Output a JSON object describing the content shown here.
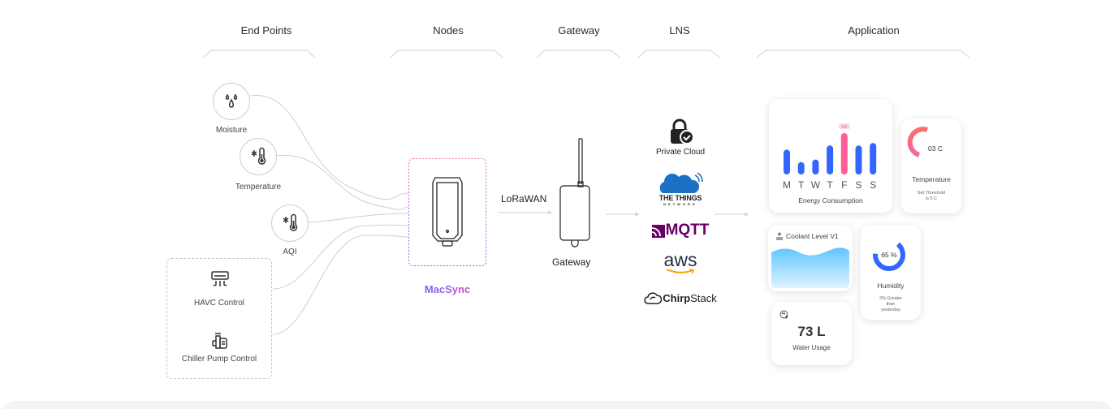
{
  "stages": [
    {
      "id": "end-points",
      "label": "End Points"
    },
    {
      "id": "nodes",
      "label": "Nodes"
    },
    {
      "id": "gateway",
      "label": "Gateway"
    },
    {
      "id": "lns",
      "label": "LNS"
    },
    {
      "id": "application",
      "label": "Application"
    }
  ],
  "endpoints": [
    {
      "label": "Moisture",
      "icon": "droplets-icon"
    },
    {
      "label": "Temperature",
      "icon": "thermometer-snowflake-icon"
    },
    {
      "label": "AQI",
      "icon": "thermometer-snowflake-icon"
    }
  ],
  "controls": [
    {
      "label": "HAVC Control",
      "icon": "air-conditioner-icon"
    },
    {
      "label": "Chiller Pump Control",
      "icon": "pump-icon"
    }
  ],
  "node": {
    "label": "MacSync",
    "gradient": [
      "#4c6cf5",
      "#a35ce0",
      "#e6559a"
    ]
  },
  "link_label": "LoRaWAN",
  "gateway": {
    "label": "Gateway"
  },
  "lns": {
    "private_cloud": "Private Cloud",
    "providers": [
      {
        "name": "THE THINGS",
        "sub": "NETWORK",
        "color": "#1c70c6"
      },
      {
        "name": "MQTT",
        "color": "#660066"
      },
      {
        "name": "aws",
        "color": "#232f3e",
        "accent": "#ff9900"
      },
      {
        "name": "ChirpStack",
        "color": "#222222"
      }
    ]
  },
  "application": {
    "energy": {
      "title": "Energy Consumption",
      "days": [
        "M",
        "T",
        "W",
        "T",
        "F",
        "S",
        "S"
      ],
      "values": [
        60,
        30,
        36,
        70,
        100,
        70,
        76
      ],
      "highlight_index": 4,
      "highlight_label": "100",
      "bar_color": "#3366ff",
      "highlight_color": "#ff5c9a"
    },
    "temperature": {
      "value": "03 C",
      "title": "Temperature",
      "note_line1": "Set Threshold",
      "note_line2": "is 5 C",
      "gauge_fraction": 0.3
    },
    "coolant": {
      "title": "Coolant Level V1"
    },
    "humidity": {
      "value": "65 %",
      "fraction": 0.65,
      "title": "Humidity",
      "note_line1": "2% Greater",
      "note_line2": "than",
      "note_line3": "yesterday",
      "color": "#3366ff"
    },
    "water": {
      "value": "73 L",
      "title": "Water Usage"
    }
  }
}
